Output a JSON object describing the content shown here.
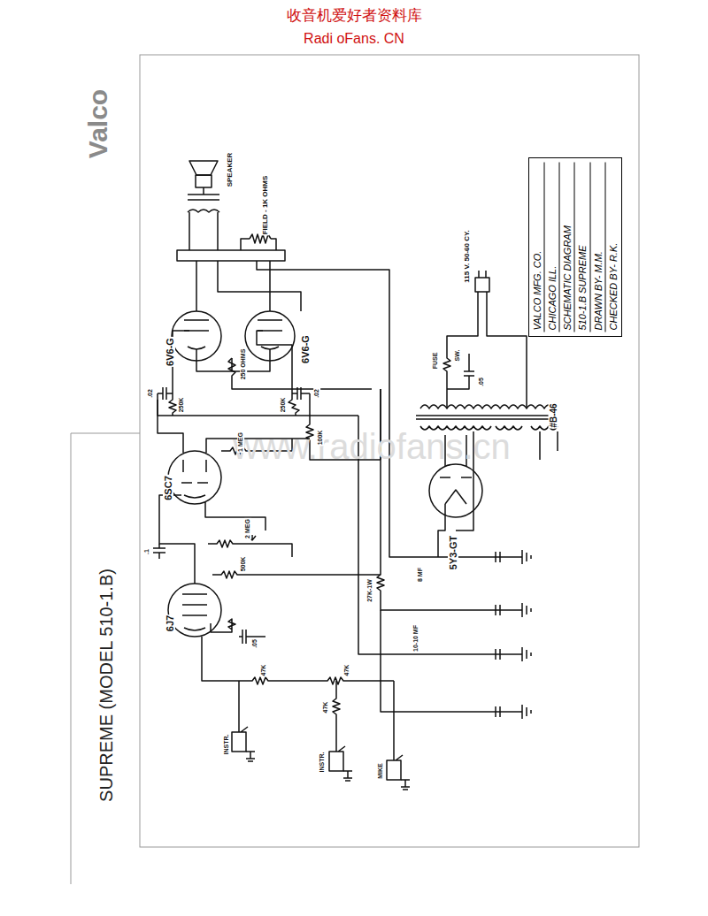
{
  "diagram": {
    "title": "SUPREME (MODEL 510-1.B)",
    "nodes": [
      {
        "text": [
          "VALCO MFG. CO.",
          "CHICAGO ILL.",
          "SCHEMATIC DIAGRAM",
          "510-1.B SUPREME",
          "DRAWN BY- M.M.",
          "CHECKED BY- R.K."
        ]
      }
    ],
    "labels": [
      "收音机爱好者资料库",
      "Radi oFans. CN",
      "Valco",
      "SPEAKER",
      "FIELD - 1K OHMS",
      "6V6-G",
      "6V6-G",
      "6SC7",
      "6J7",
      "5Y3-GT",
      "115 V. 50-60 CY.",
      "FUSE",
      "SW.",
      ".05",
      "#B-46",
      ".02",
      ".02",
      "250K",
      "250K",
      "250 OHMS",
      "100K",
      "1 MEG",
      ".1",
      "2 MEG",
      "500K",
      ".05",
      "27K-1W",
      "10-10 MF",
      "8 MF",
      "47K",
      "47K",
      "47K",
      "INSTR.",
      "INSTR.",
      "MIKE",
      "www.radiofans.cn"
    ]
  }
}
